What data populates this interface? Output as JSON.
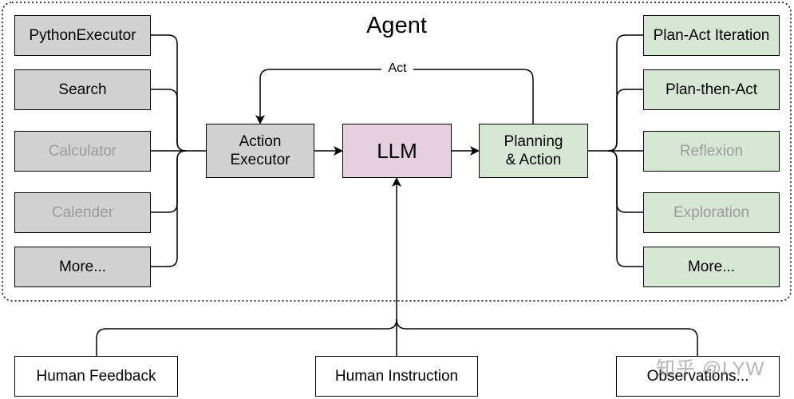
{
  "agent": {
    "title": "Agent"
  },
  "act_label": "Act",
  "core": {
    "action_executor": "Action\nExecutor",
    "llm": "LLM",
    "planning": "Planning\n& Action"
  },
  "tools": [
    {
      "label": "PythonExecutor",
      "dimmed": false
    },
    {
      "label": "Search",
      "dimmed": false
    },
    {
      "label": "Calculator",
      "dimmed": true
    },
    {
      "label": "Calender",
      "dimmed": true
    },
    {
      "label": "More...",
      "dimmed": false
    }
  ],
  "strategies": [
    {
      "label": "Plan-Act Iteration",
      "dimmed": false
    },
    {
      "label": "Plan-then-Act",
      "dimmed": false
    },
    {
      "label": "Reflexion",
      "dimmed": true
    },
    {
      "label": "Exploration",
      "dimmed": true
    },
    {
      "label": "More...",
      "dimmed": false
    }
  ],
  "inputs": {
    "feedback": "Human Feedback",
    "instruction": "Human Instruction",
    "observations": "Observations..."
  },
  "watermark": "知乎 @LYW",
  "colors": {
    "tool_fill": "#d2d2d2",
    "strategy_fill": "#d6e8d4",
    "llm_fill": "#e6d0df",
    "dimmed_text": "#9b9b9b"
  }
}
